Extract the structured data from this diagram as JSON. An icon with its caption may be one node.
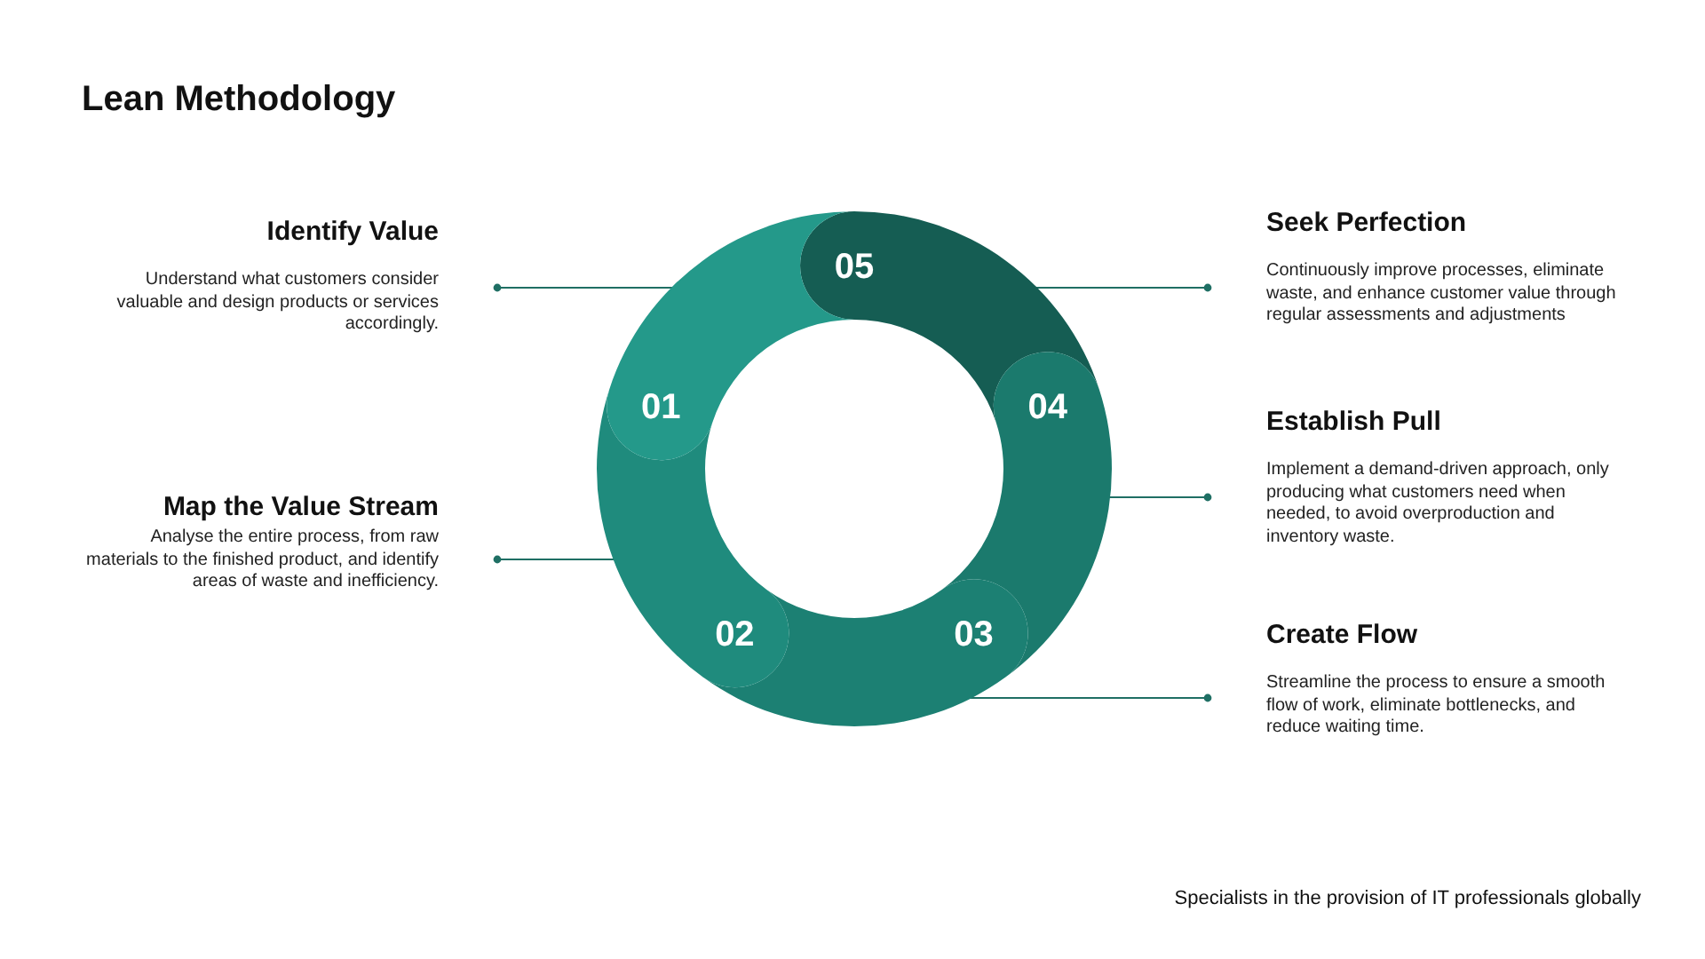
{
  "diagram": {
    "title": "Lean Methodology",
    "nodes": [
      {
        "text": [
          "Identify Value",
          "Understand what customers consider valuable and design products or services accordingly."
        ]
      },
      {
        "text": [
          "Map the Value Stream",
          "Analyse the entire process, from raw materials to the finished product, and identify areas of waste and inefficiency."
        ]
      },
      {
        "text": [
          "01"
        ]
      },
      {
        "text": [
          "02"
        ]
      },
      {
        "text": [
          "03"
        ]
      },
      {
        "text": [
          "04"
        ]
      },
      {
        "text": [
          "05"
        ]
      },
      {
        "text": [
          "Seek Perfection",
          "Continuously improve processes, eliminate waste, and enhance customer value through regular assessments and adjustments"
        ]
      },
      {
        "text": [
          "Establish Pull",
          "Implement a demand-driven approach, only producing what customers need when needed, to avoid overproduction and inventory waste."
        ]
      },
      {
        "text": [
          "Create Flow",
          "Streamline the process to ensure a smooth flow of work, eliminate bottlenecks, and reduce waiting time."
        ]
      }
    ],
    "edges": [
      {
        "from": 0,
        "to": 2,
        "arrow": "other"
      },
      {
        "from": 1,
        "to": 3,
        "arrow": "other"
      },
      {
        "from": 7,
        "to": 6,
        "arrow": "other"
      },
      {
        "from": 8,
        "to": 5,
        "arrow": "other"
      },
      {
        "from": 9,
        "to": 4,
        "arrow": "other"
      }
    ],
    "labels": [
      "Specialists in the provision of IT professionals globally"
    ]
  }
}
